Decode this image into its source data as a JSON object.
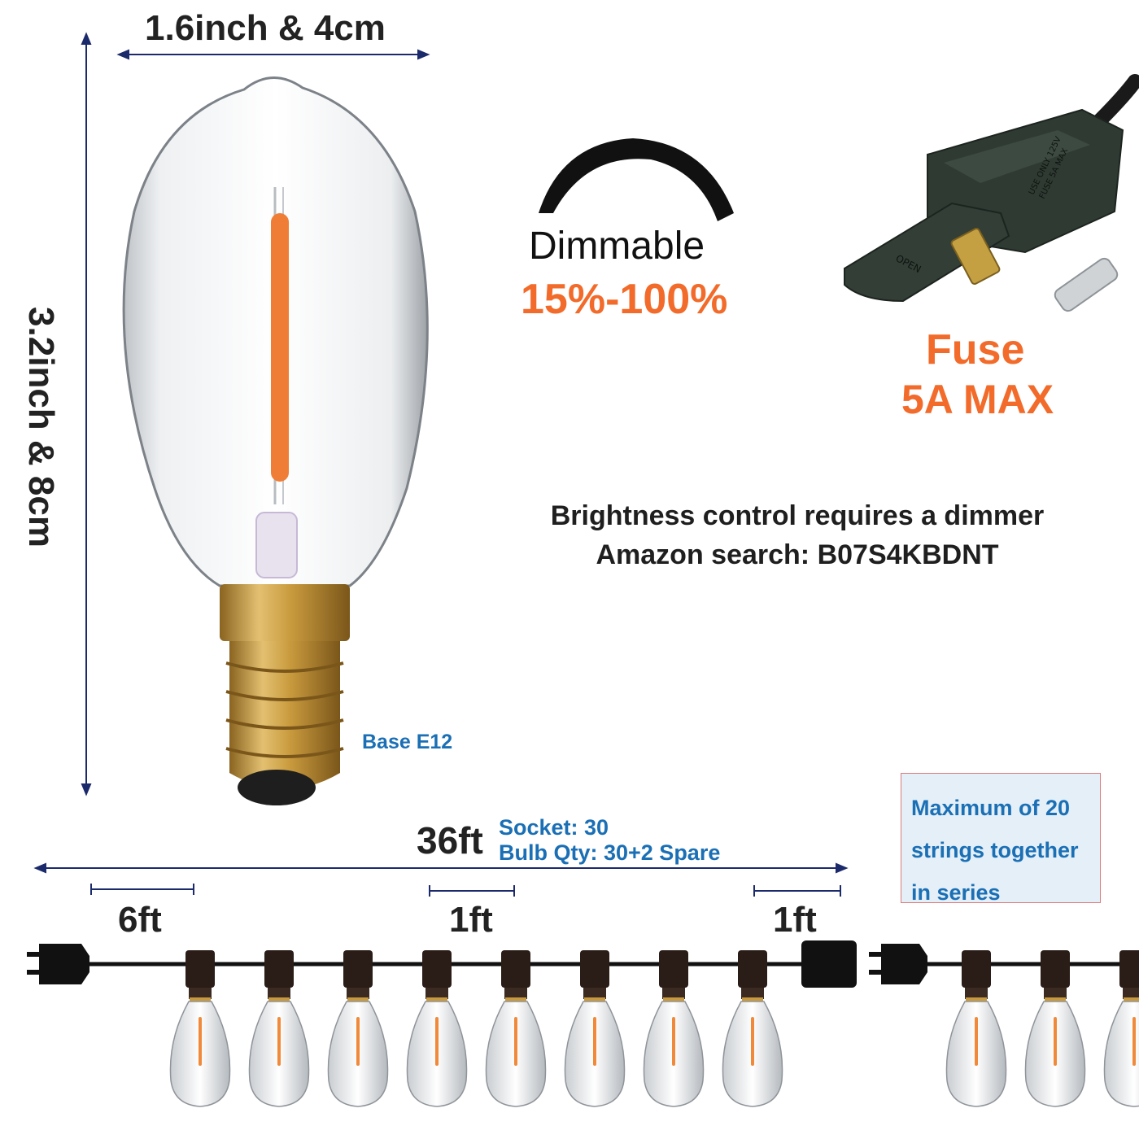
{
  "dimensions": {
    "width_label": "1.6inch & 4cm",
    "height_label": "3.2inch & 8cm",
    "base_label": "Base E12"
  },
  "dimmable": {
    "title": "Dimmable",
    "range": "15%-100%"
  },
  "fuse": {
    "title": "Fuse",
    "rating": "5A MAX",
    "plug_text_open": "OPEN",
    "plug_text_warning_1": "USE ONLY 125V",
    "plug_text_warning_2": "FUSE 5A MAX"
  },
  "dimmer_note": {
    "line1": "Brightness control requires a dimmer",
    "line2": "Amazon search: B07S4KBDNT"
  },
  "string": {
    "length": "36ft",
    "socket_label": "Socket: 30",
    "bulb_qty_label": "Bulb Qty: 30+2 Spare",
    "lead_length": "6ft",
    "spacing_length": "1ft",
    "end_length": "1ft"
  },
  "series_note": {
    "line1": "Maximum of 20",
    "line2": "strings together",
    "line3": "in series"
  },
  "colors": {
    "accent_orange": "#f26b2a",
    "label_blue": "#1a6fb5",
    "dimension_arrow": "#1b2a6b",
    "brass": "#b8892e",
    "cable": "#111111"
  }
}
